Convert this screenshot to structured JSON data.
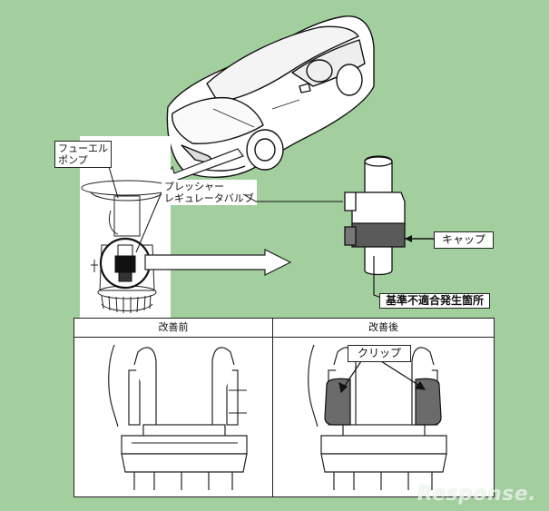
{
  "labels": {
    "fuel_pump": "フューエル\nポンプ",
    "pressure_regulator": "プレッシャー\nレギュレータバルブ",
    "cap": "キャップ",
    "defect_location": "基準不適合発生箇所",
    "before": "改善前",
    "after": "改善後",
    "clip": "クリップ"
  },
  "watermark": "Response."
}
